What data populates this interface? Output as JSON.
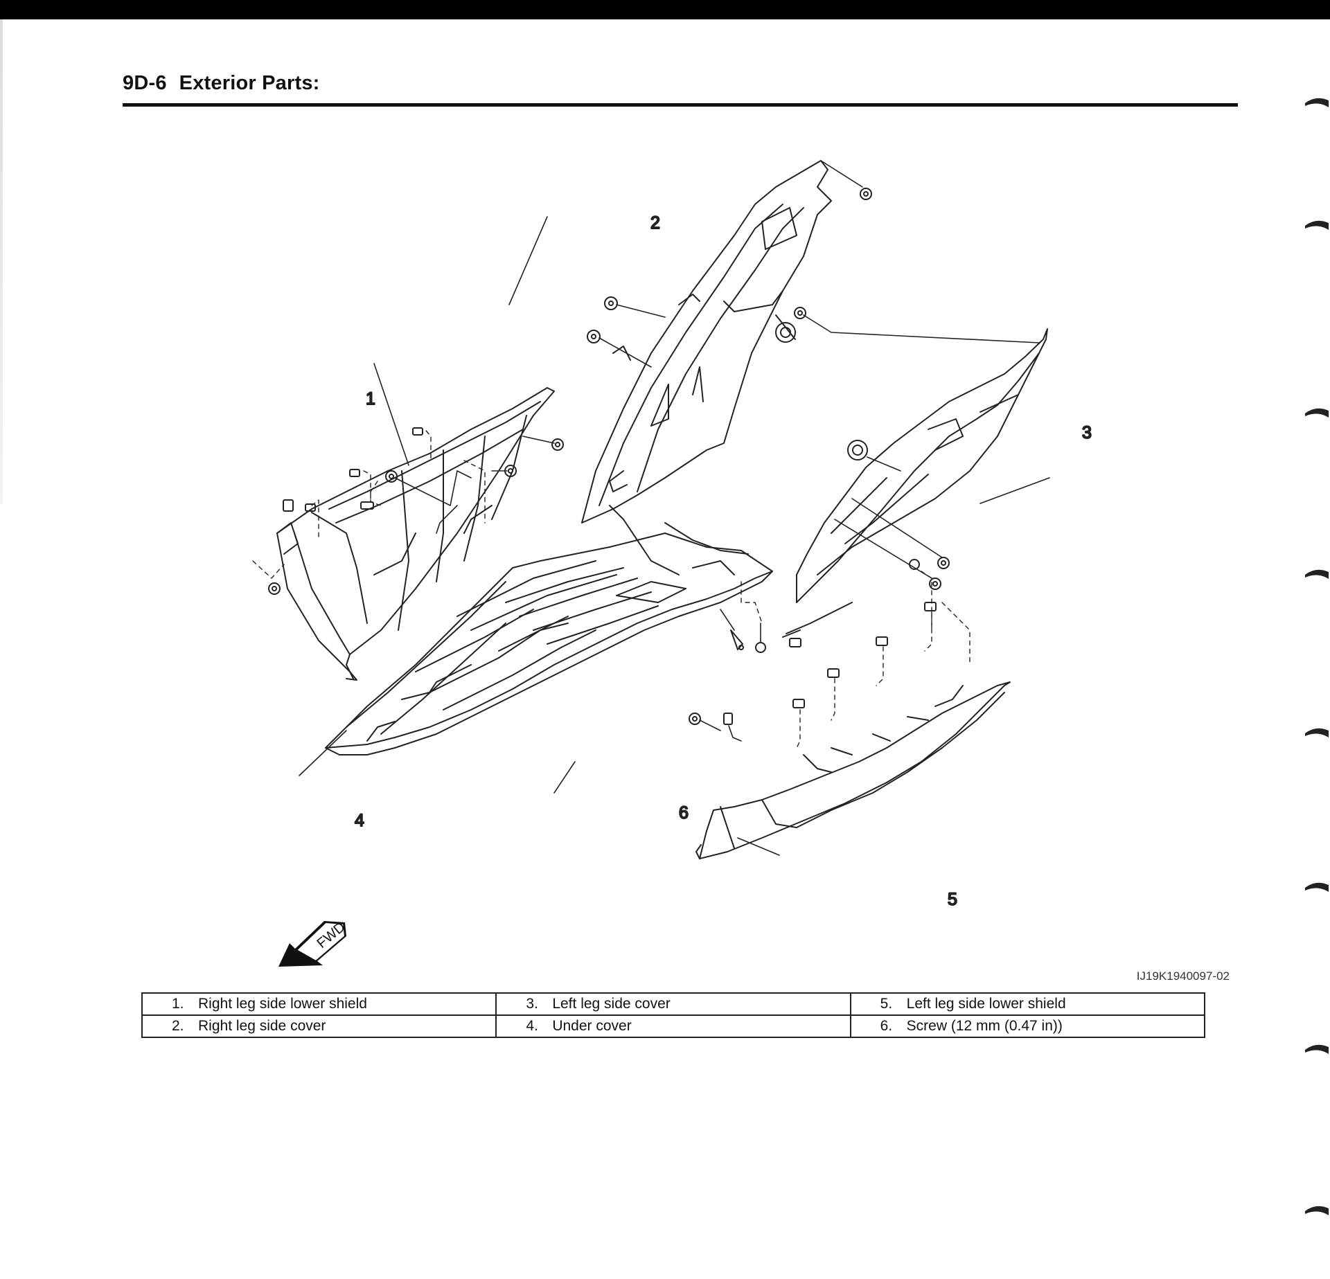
{
  "header": {
    "section": "9D-6",
    "title": "Exterior Parts:"
  },
  "diagram": {
    "callouts": [
      "1",
      "2",
      "3",
      "4",
      "5",
      "6"
    ],
    "fwd_label": "FWD",
    "figure_id": "IJ19K1940097-02"
  },
  "legend": {
    "rows": [
      [
        {
          "num": "1.",
          "label": "Right leg side lower shield"
        },
        {
          "num": "3.",
          "label": "Left leg side cover"
        },
        {
          "num": "5.",
          "label": "Left leg side lower shield"
        }
      ],
      [
        {
          "num": "2.",
          "label": "Right leg side cover"
        },
        {
          "num": "4.",
          "label": "Under cover"
        },
        {
          "num": "6.",
          "label": "Screw (12 mm (0.47 in))"
        }
      ]
    ]
  }
}
